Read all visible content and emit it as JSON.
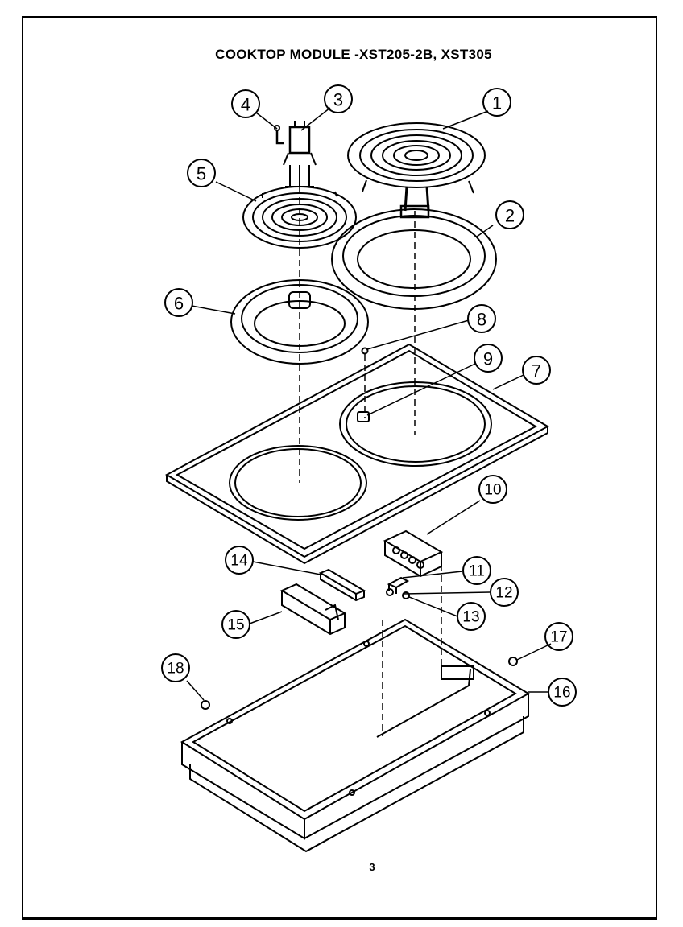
{
  "title": "COOKTOP MODULE -XST205-2B, XST305",
  "page_number": "3",
  "callouts": [
    "1",
    "2",
    "3",
    "4",
    "5",
    "6",
    "7",
    "8",
    "9",
    "10",
    "11",
    "12",
    "13",
    "14",
    "15",
    "16",
    "17",
    "18"
  ],
  "parts": [
    {
      "number": "1",
      "icon": "large-surface-element"
    },
    {
      "number": "2",
      "icon": "large-drip-pan"
    },
    {
      "number": "3",
      "icon": "terminal-block"
    },
    {
      "number": "4",
      "icon": "screw"
    },
    {
      "number": "5",
      "icon": "small-surface-element"
    },
    {
      "number": "6",
      "icon": "small-drip-pan"
    },
    {
      "number": "7",
      "icon": "cooktop-frame"
    },
    {
      "number": "8",
      "icon": "screw"
    },
    {
      "number": "9",
      "icon": "clip"
    },
    {
      "number": "10",
      "icon": "terminal-strip"
    },
    {
      "number": "11",
      "icon": "bracket"
    },
    {
      "number": "12",
      "icon": "nut"
    },
    {
      "number": "13",
      "icon": "screw"
    },
    {
      "number": "14",
      "icon": "shield"
    },
    {
      "number": "15",
      "icon": "cover-box"
    },
    {
      "number": "16",
      "icon": "base-pan"
    },
    {
      "number": "17",
      "icon": "grommet"
    },
    {
      "number": "18",
      "icon": "grommet"
    }
  ]
}
